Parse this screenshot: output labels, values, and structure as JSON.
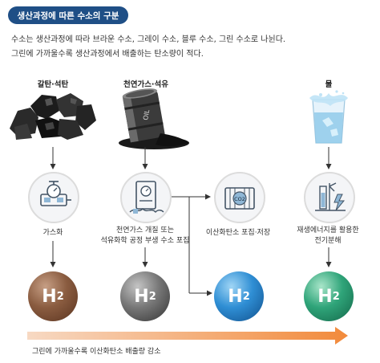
{
  "title": "생산과정에 따른 수소의 구분",
  "description": {
    "line1": "수소는 생산과정에 따라 브라운 수소, 그레이 수소,  블루 수소, 그린 수소로 나뉜다.",
    "line2": "그린에 가까울수록 생산과정에서 배출하는 탄소량이 적다."
  },
  "columns": [
    {
      "label": "갈탄·석탄",
      "process": "가스화",
      "hydrogen": "H",
      "subscript": "2"
    },
    {
      "label": "천연가스·석유",
      "process_line1": "천연가스 개질 또는",
      "process_line2": "석유화학 공정 부생 수소 포집",
      "hydrogen": "H",
      "subscript": "2"
    },
    {
      "label": "",
      "process": "이산화탄소 포집·저장",
      "hydrogen": "H",
      "subscript": "2"
    },
    {
      "label": "물",
      "process_line1": "재생에너지를 활용한",
      "process_line2": "전기분해",
      "hydrogen": "H",
      "subscript": "2"
    }
  ],
  "co2_icon_text": "CO2",
  "barrel_text": "OIL",
  "bottom_caption": "그린에 가까울수록 이산화탄소 배출량 감소",
  "colors": {
    "title_bg": "#1f4f86",
    "brown": "#8a5c40",
    "gray": "#777777",
    "blue": "#2f8ed4",
    "green": "#2fa479",
    "arrow_start": "#f7d9c3",
    "arrow_end": "#f28a3b"
  }
}
